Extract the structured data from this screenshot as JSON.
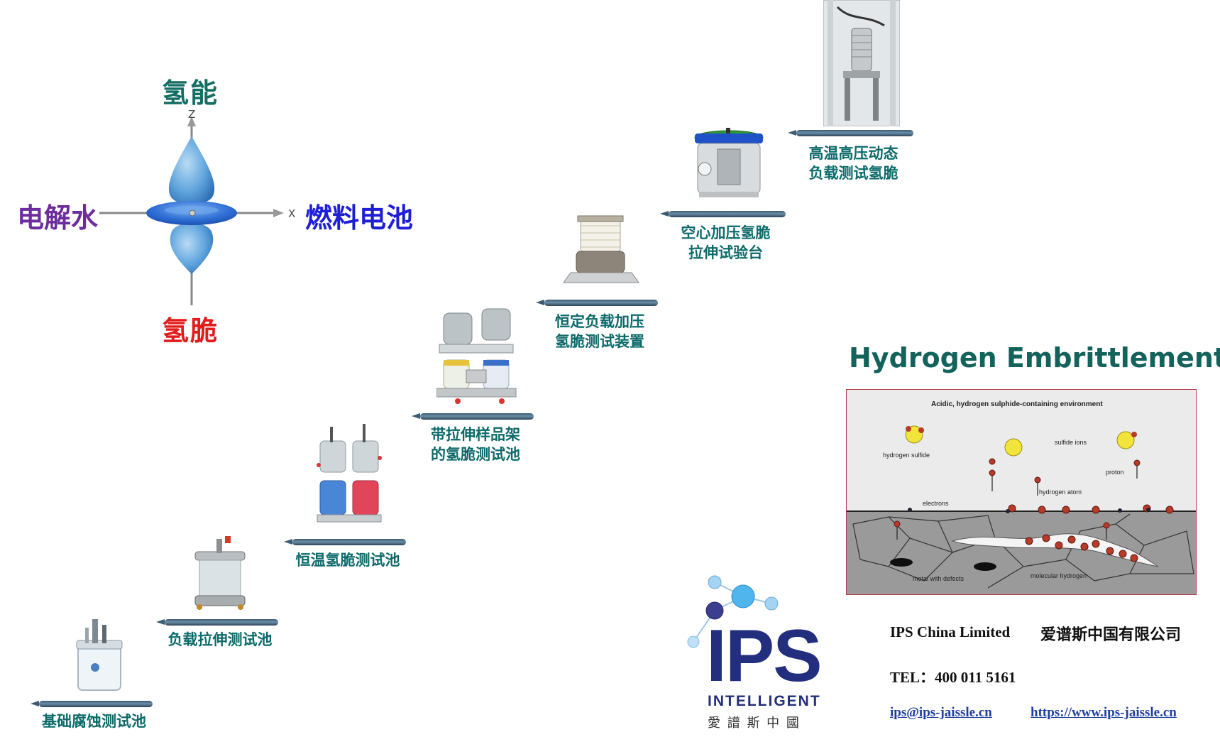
{
  "axes": {
    "top": "氢能",
    "bottom": "氢脆",
    "left": "电解水",
    "right": "燃料电池",
    "z_tick": "Z",
    "x_tick": "X",
    "colors": {
      "top": "#146e64",
      "bottom": "#e21b1b",
      "left": "#6d2d9c",
      "right": "#1e1ed7"
    }
  },
  "steps": [
    {
      "lines": [
        "基础腐蚀测试池"
      ]
    },
    {
      "lines": [
        "负载拉伸测试池"
      ]
    },
    {
      "lines": [
        "恒温氢脆测试池"
      ]
    },
    {
      "lines": [
        "带拉伸样品架",
        "的氢脆测试池"
      ]
    },
    {
      "lines": [
        "恒定负载加压",
        "氢脆测试装置"
      ]
    },
    {
      "lines": [
        "空心加压氢脆",
        "拉伸试验台"
      ]
    },
    {
      "lines": [
        "高温高压动态",
        "负载测试氢脆"
      ]
    }
  ],
  "embrittlement": {
    "title": "Hydrogen Embrittlement",
    "diagram_title": "Acidic, hydrogen sulphide-containing environment",
    "labels": {
      "hydrogen_sulfide": "hydrogen sulfide",
      "sulfide_ions": "sulfide ions",
      "proton": "proton",
      "hydrogen_atom": "hydrogen atom",
      "electrons": "electrons",
      "metal_with_defects": "metal with defects",
      "molecular_hydrogen": "molecular hydrogen"
    }
  },
  "logo": {
    "letters": "IPS",
    "tagline": "INTELLIGENT",
    "chinese": "愛 譜 斯 中 國",
    "color": "#232f7e"
  },
  "contact": {
    "company_en": "IPS China Limited",
    "company_zh": "爱谱斯中国有限公司",
    "tel": "TEL：400 011 5161",
    "email": "ips@ips-jaissle.cn",
    "website": "https://www.ips-jaissle.cn"
  }
}
